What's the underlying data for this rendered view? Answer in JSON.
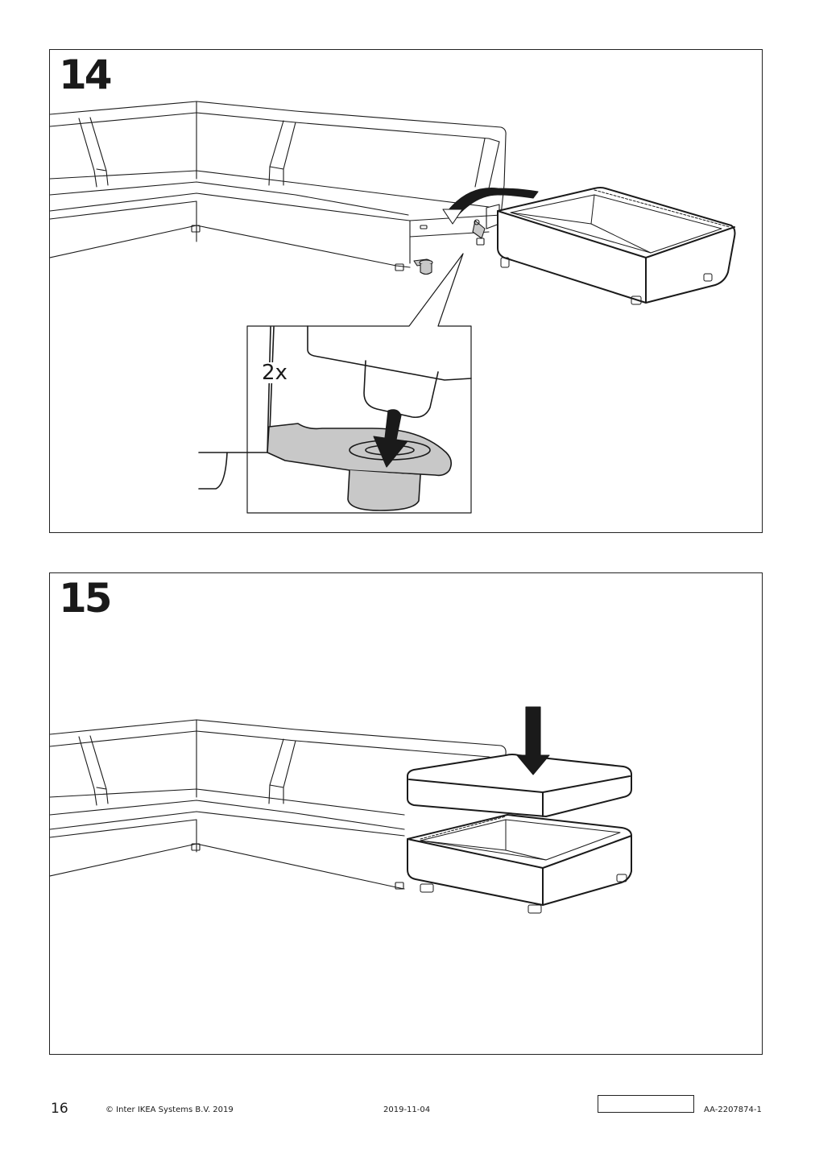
{
  "steps": [
    {
      "number": "14",
      "callout_quantity": "2x"
    },
    {
      "number": "15"
    }
  ],
  "footer": {
    "page_number": "16",
    "copyright": "© Inter IKEA Systems B.V. 2019",
    "date": "2019-11-04",
    "document_id": "AA-2207874-1"
  },
  "icons": {
    "rotate_arrow": "curved-rotate-arrow-icon",
    "press_down_arrow": "down-arrow-icon"
  },
  "colors": {
    "line": "#1a1a1a",
    "connector_fill": "#c8c8c8"
  }
}
